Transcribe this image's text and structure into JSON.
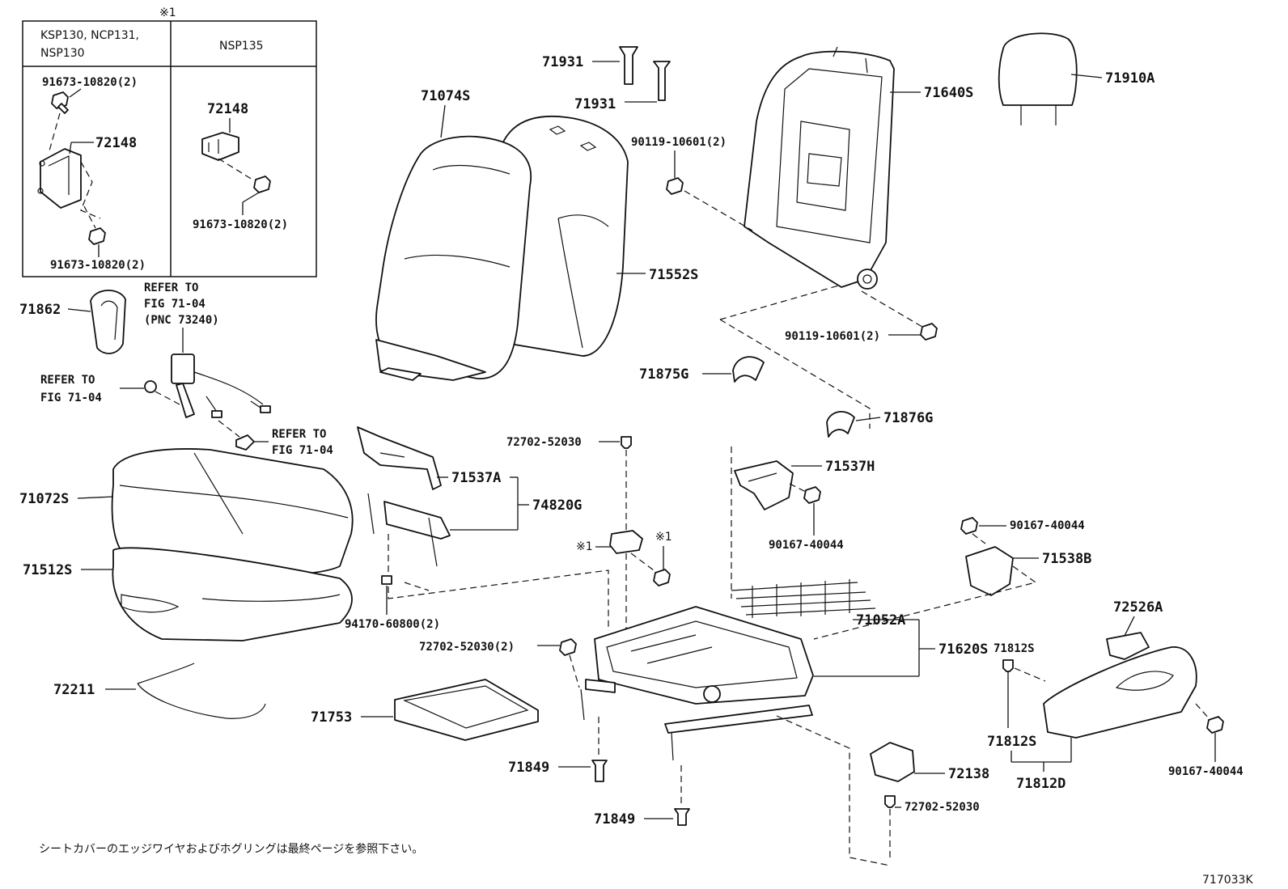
{
  "inset": {
    "marker": "※1",
    "col1_header_line1": "KSP130, NCP131,",
    "col1_header_line2": "NSP130",
    "col2_header": "NSP135",
    "labels": {
      "c1_bolt_top": "91673-10820(2)",
      "c1_bracket": "72148",
      "c1_bolt_bottom": "91673-10820(2)",
      "c2_bracket": "72148",
      "c2_bolt": "91673-10820(2)"
    }
  },
  "refs": {
    "r1_line1": "REFER TO",
    "r1_line2": "FIG 71-04",
    "r1_line3": "(PNC 73240)",
    "r2_line1": "REFER TO",
    "r2_line2": "FIG 71-04",
    "r3_line1": "REFER TO",
    "r3_line2": "FIG 71-04"
  },
  "parts": {
    "p71862": "71862",
    "p71074S": "71074S",
    "p71931a": "71931",
    "p71931b": "71931",
    "p71552S": "71552S",
    "p71640S": "71640S",
    "p71910A": "71910A",
    "p90119a": "90119-10601(2)",
    "p90119b": "90119-10601(2)",
    "p71875G": "71875G",
    "p71876G": "71876G",
    "p72702top": "72702-52030",
    "p71537A": "71537A",
    "p74820G": "74820G",
    "p71537H": "71537H",
    "p90167a": "90167-40044",
    "p90167b": "90167-40044",
    "p71538B": "71538B",
    "p71072S": "71072S",
    "p71512S": "71512S",
    "p94170": "94170-60800(2)",
    "p72702b": "72702-52030(2)",
    "p71052A": "71052A",
    "p71620S": "71620S",
    "p72526A": "72526A",
    "p72211": "72211",
    "p71753": "71753",
    "p71812S": "71812S",
    "p71812D": "71812D",
    "p90167c": "90167-40044",
    "p71849a": "71849",
    "p71849b": "71849",
    "p72138": "72138",
    "p72702c": "72702-52030",
    "star_left": "※1",
    "star_right": "※1"
  },
  "footer": {
    "note": "シートカバーのエッジワイヤおよびホグリングは最終ページを参照下さい。",
    "figure_code": "717033K"
  }
}
